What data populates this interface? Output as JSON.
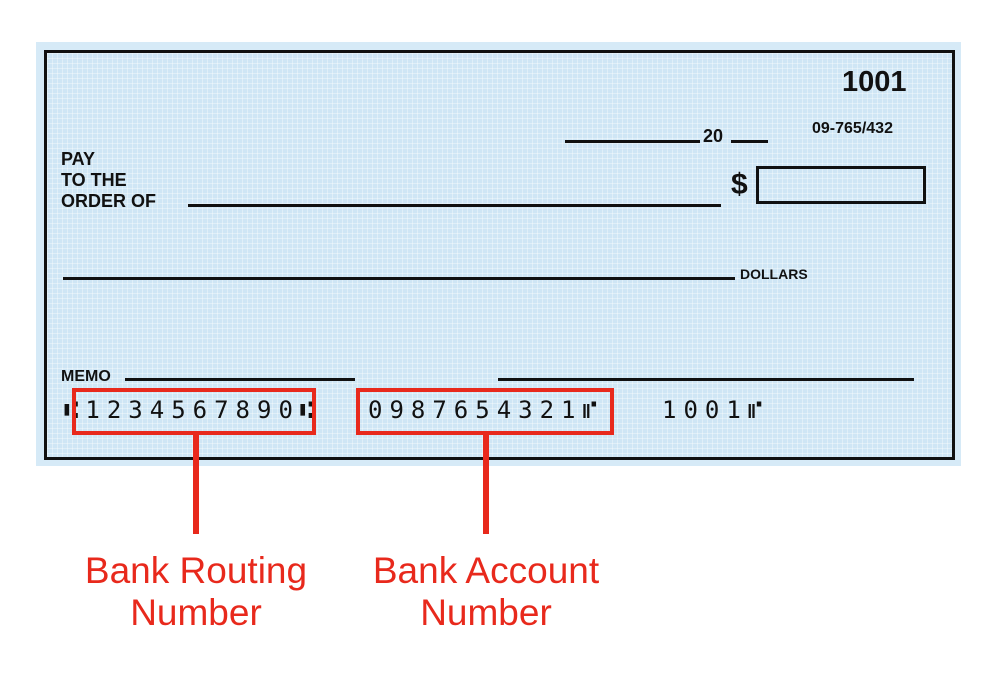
{
  "check": {
    "number": "1001",
    "date_prefix": "20",
    "fraction_code": "09-765/432",
    "pay_label": [
      "PAY",
      "TO THE",
      "ORDER OF"
    ],
    "dollar_sign": "$",
    "dollars_label": "DOLLARS",
    "memo_label": "MEMO",
    "micr": {
      "routing": "1234567890",
      "account": "0987654321",
      "check_number": "1001"
    }
  },
  "annotations": {
    "routing": {
      "line1": "Bank Routing",
      "line2": "Number"
    },
    "account": {
      "line1": "Bank Account",
      "line2": "Number"
    }
  },
  "colors": {
    "check_bg": "#cfe6f5",
    "highlight": "#e8291c"
  }
}
